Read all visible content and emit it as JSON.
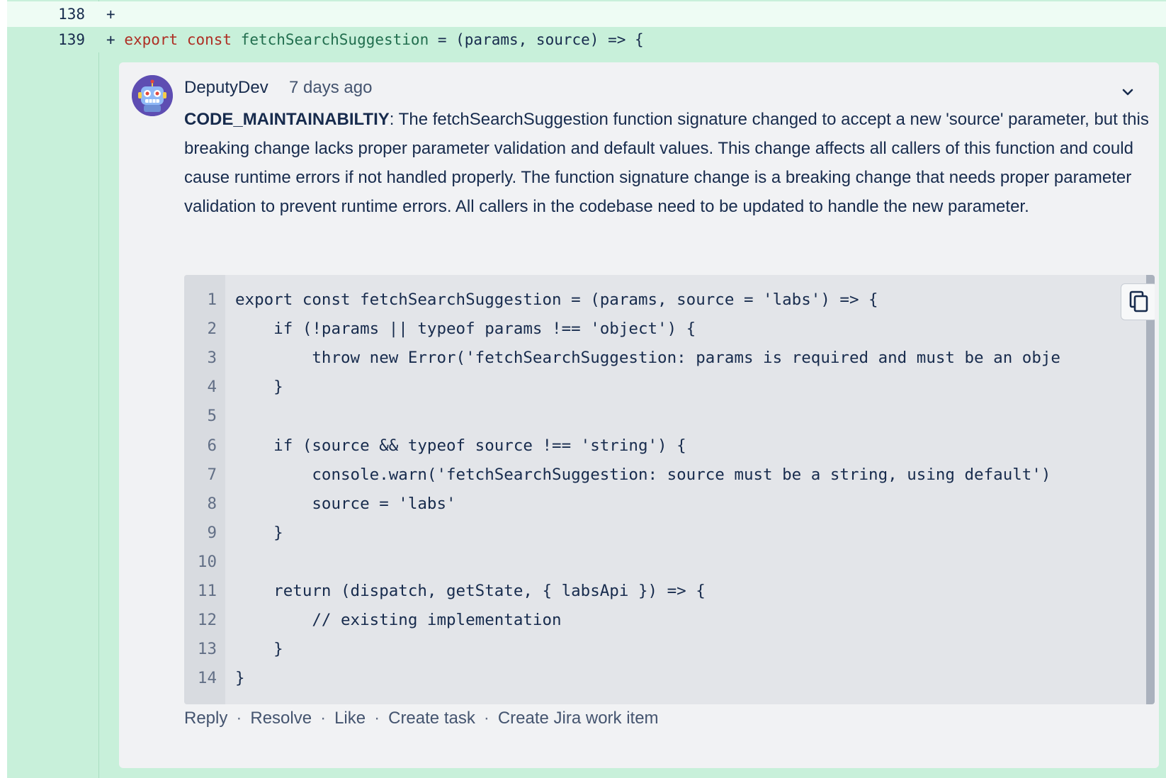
{
  "diff": {
    "lines": [
      {
        "number": "138",
        "prefix": "+",
        "code": ""
      },
      {
        "number": "139",
        "prefix": "+",
        "kw1": "export",
        "kw2": "const",
        "fn": "fetchSearchSuggestion",
        "rest": " = (params, source) => {"
      }
    ]
  },
  "comment": {
    "author": "DeputyDev",
    "time": "7 days ago",
    "category": "CODE_MAINTAINABILTIY",
    "text": ": The fetchSearchSuggestion function signature changed to accept a new 'source' parameter, but this breaking change lacks proper parameter validation and default values. This change affects all callers of this function and could cause runtime errors if not handled properly. The function signature change is a breaking change that needs proper parameter validation to prevent runtime errors. All callers in the codebase need to be updated to handle the new parameter.",
    "code_lines": [
      {
        "n": "1",
        "text": "export const fetchSearchSuggestion = (params, source = 'labs') => {"
      },
      {
        "n": "2",
        "text": "    if (!params || typeof params !== 'object') {"
      },
      {
        "n": "3",
        "text": "        throw new Error('fetchSearchSuggestion: params is required and must be an obje"
      },
      {
        "n": "4",
        "text": "    }"
      },
      {
        "n": "5",
        "text": ""
      },
      {
        "n": "6",
        "text": "    if (source && typeof source !== 'string') {"
      },
      {
        "n": "7",
        "text": "        console.warn('fetchSearchSuggestion: source must be a string, using default')"
      },
      {
        "n": "8",
        "text": "        source = 'labs'"
      },
      {
        "n": "9",
        "text": "    }"
      },
      {
        "n": "10",
        "text": ""
      },
      {
        "n": "11",
        "text": "    return (dispatch, getState, { labsApi }) => {"
      },
      {
        "n": "12",
        "text": "        // existing implementation"
      },
      {
        "n": "13",
        "text": "    }"
      },
      {
        "n": "14",
        "text": "}"
      }
    ],
    "actions": [
      "Reply",
      "Resolve",
      "Like",
      "Create task",
      "Create Jira work item"
    ],
    "separator": "·"
  },
  "icons": {
    "avatar": "robot-avatar-icon",
    "collapse": "chevron-down-icon",
    "copy": "copy-icon"
  },
  "colors": {
    "added_line": "#c8f0da",
    "keyword": "#ae2e24",
    "function_name": "#216e4e",
    "avatar_bg": "#5e4db2"
  }
}
